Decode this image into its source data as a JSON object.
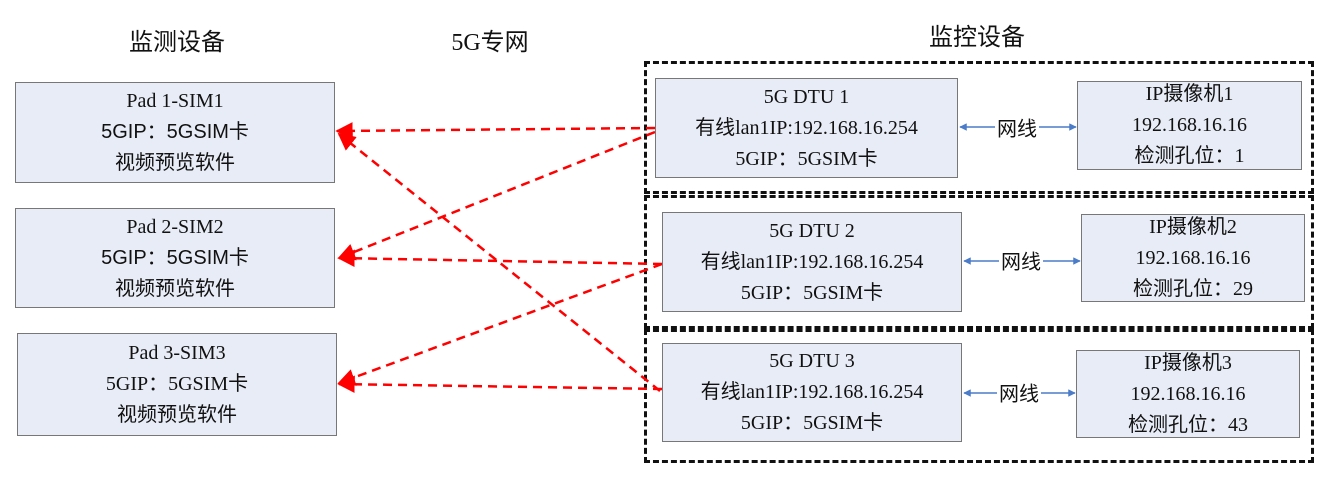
{
  "titles": {
    "monitor_devices": "监测设备",
    "network": "5G专网",
    "control_devices": "监控设备"
  },
  "pads": [
    {
      "name": "Pad 1-SIM1",
      "ip": "5GIP：5GSIM卡",
      "software": "视频预览软件"
    },
    {
      "name": "Pad 2-SIM2",
      "ip": "5GIP：5GSIM卡",
      "software": "视频预览软件"
    },
    {
      "name": "Pad 3-SIM3",
      "ip": "5GIP：5GSIM卡",
      "software": "视频预览软件"
    }
  ],
  "dtus": [
    {
      "name": "5G DTU 1",
      "lan": "有线lan1IP:192.168.16.254",
      "ip": "5GIP：5GSIM卡"
    },
    {
      "name": "5G DTU 2",
      "lan": "有线lan1IP:192.168.16.254",
      "ip": "5GIP：5GSIM卡"
    },
    {
      "name": "5G DTU 3",
      "lan": "有线lan1IP:192.168.16.254",
      "ip": "5GIP：5GSIM卡"
    }
  ],
  "cameras": [
    {
      "name": "IP摄像机1",
      "ip": "192.168.16.16",
      "position": "检测孔位：1"
    },
    {
      "name": "IP摄像机2",
      "ip": "192.168.16.16",
      "position": "检测孔位：29"
    },
    {
      "name": "IP摄像机3",
      "ip": "192.168.16.16",
      "position": "检测孔位：43"
    }
  ],
  "cable_label": "网线",
  "colors": {
    "box_fill": "#e7ecf6",
    "wireless_link": "#ff0000",
    "cable_link": "#4a7cc9"
  }
}
